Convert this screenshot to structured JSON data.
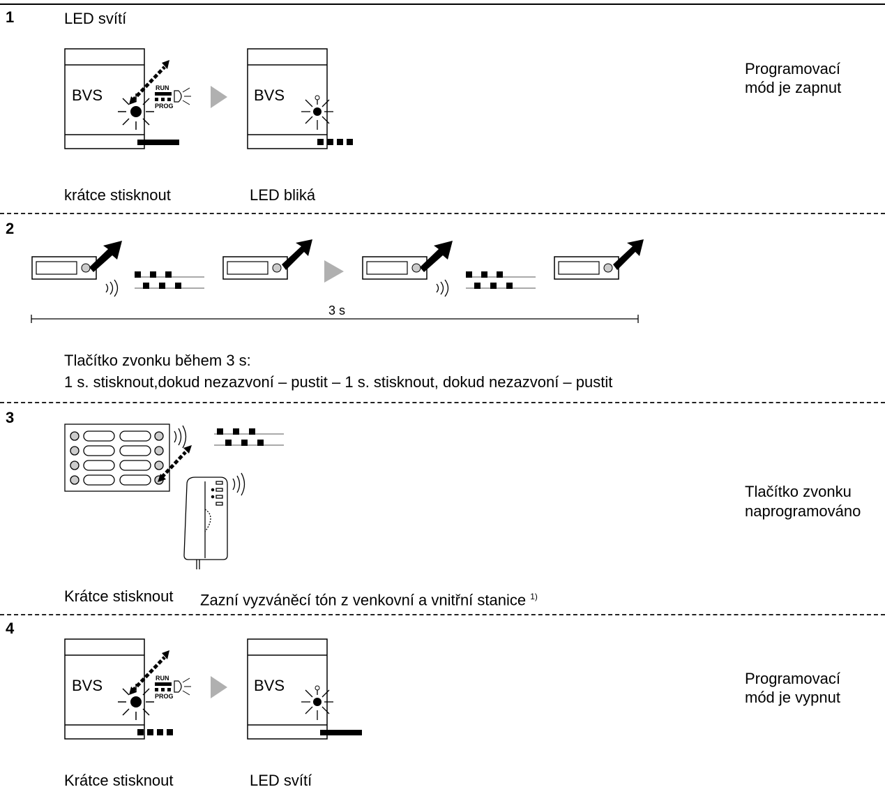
{
  "steps": [
    {
      "number": "1",
      "title": "LED svítí",
      "device_label_a": "BVS",
      "device_label_b": "BVS",
      "switch_top": "RUN",
      "switch_bottom": "PROG",
      "caption_a": "krátce stisknout",
      "caption_b": "LED bliká",
      "result_line1": "Programovací",
      "result_line2": "mód je zapnut"
    },
    {
      "number": "2",
      "duration_label": "3 s",
      "caption_line1": "Tlačítko zvonku během 3 s:",
      "caption_line2": "1 s. stisknout,dokud nezazvoní – pustit – 1 s. stisknout, dokud nezazvoní – pustit"
    },
    {
      "number": "3",
      "caption_a": "Krátce stisknout",
      "caption_b": "Zazní vyzváněcí tón z venkovní a vnitřní stanice",
      "footnote": "1)",
      "result_line1": "Tlačítko zvonku",
      "result_line2": "naprogramováno"
    },
    {
      "number": "4",
      "device_label_a": "BVS",
      "device_label_b": "BVS",
      "switch_top": "RUN",
      "switch_bottom": "PROG",
      "caption_a": "Krátce stisknout",
      "caption_b": "LED svítí",
      "result_line1": "Programovací",
      "result_line2": "mód je vypnut"
    }
  ]
}
